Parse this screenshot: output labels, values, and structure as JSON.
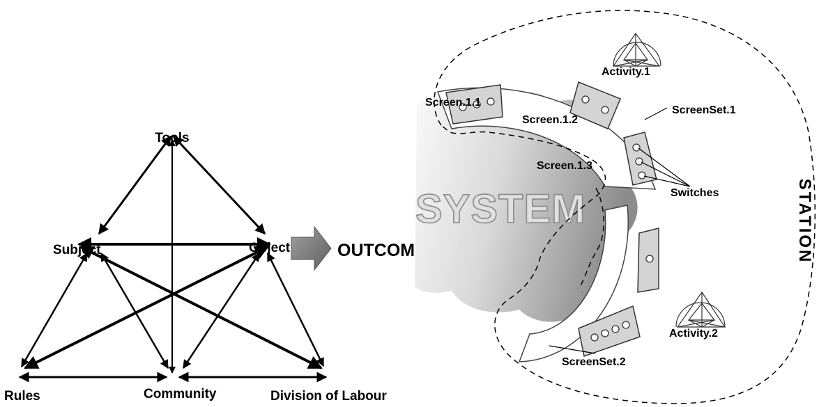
{
  "triangle": {
    "tools": "Tools",
    "subject": "Subject",
    "object": "Object",
    "rules": "Rules",
    "community": "Community",
    "division": "Division of Labour"
  },
  "outcome": "OUTCOME",
  "system": {
    "system_label": "SYSTEM",
    "station_label": "STATION",
    "activity1": "Activity.1",
    "activity2": "Activity.2",
    "screen11": "Screen.1.1",
    "screen12": "Screen.1.2",
    "screen13": "Screen.1.3",
    "screenset1": "ScreenSet.1",
    "screenset2": "ScreenSet.2",
    "switches": "Switches"
  },
  "colors": {
    "ink": "#000000",
    "cloud_light": "#f2f2f2",
    "cloud_dark": "#8c8c8c",
    "panel_fill": "#d4d4d4",
    "arrow_gray": "#808080"
  }
}
